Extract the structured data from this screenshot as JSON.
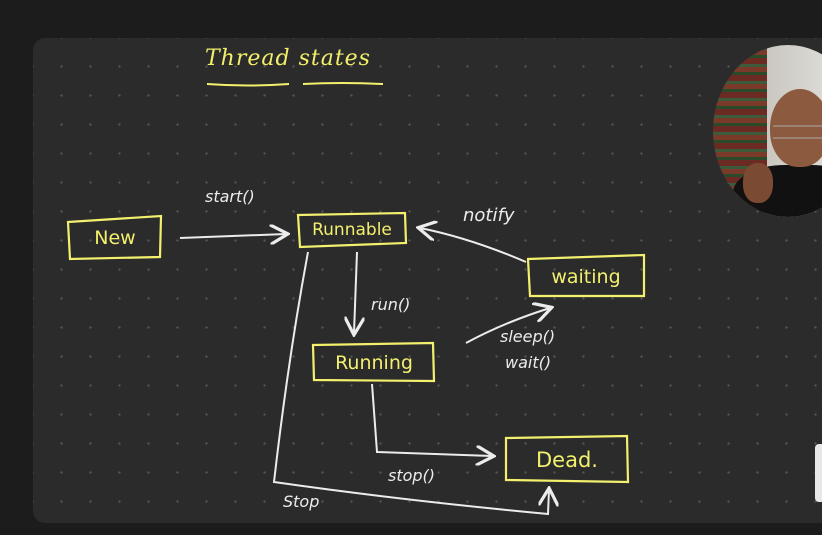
{
  "title": "Thread states",
  "nodes": {
    "new": "New",
    "runnable": "Runnable",
    "running": "Running",
    "waiting": "waiting",
    "dead": "Dead."
  },
  "edges": {
    "start": "start()",
    "notify": "notify",
    "run": "run()",
    "sleep": "sleep()",
    "wait": "wait()",
    "stop_running": "stop()",
    "stop_runnable": "Stop"
  },
  "colors": {
    "ink_yellow": "#f3f06e",
    "ink_white": "#ececec",
    "board": "#2b2b2b"
  }
}
